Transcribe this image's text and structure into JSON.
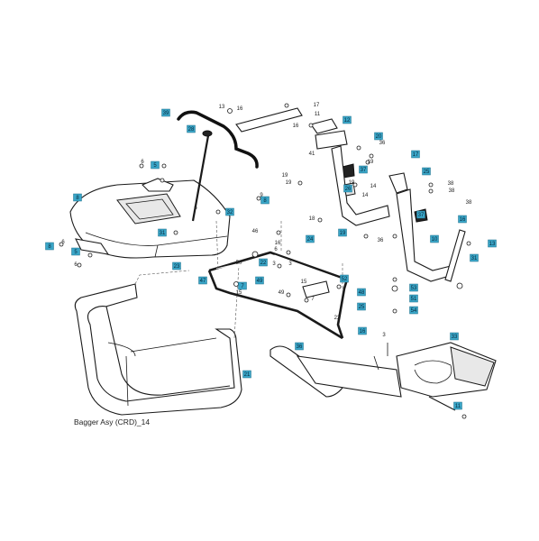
{
  "caption": "Bagger Asy (CRD)_14",
  "boxed_labels": [
    {
      "text": "39",
      "name": "callout-39"
    },
    {
      "text": "28",
      "name": "callout-28"
    },
    {
      "text": "5",
      "name": "callout-5-top"
    },
    {
      "text": "5",
      "name": "callout-5-left"
    },
    {
      "text": "8",
      "name": "callout-8-bag-lid"
    },
    {
      "text": "8",
      "name": "callout-8-left"
    },
    {
      "text": "8",
      "name": "callout-8-mid"
    },
    {
      "text": "32",
      "name": "callout-32"
    },
    {
      "text": "31",
      "name": "callout-31-lid"
    },
    {
      "text": "23",
      "name": "callout-23"
    },
    {
      "text": "47",
      "name": "callout-47"
    },
    {
      "text": "24",
      "name": "callout-24"
    },
    {
      "text": "22",
      "name": "callout-22"
    },
    {
      "text": "49",
      "name": "callout-49"
    },
    {
      "text": "7",
      "name": "callout-7"
    },
    {
      "text": "52",
      "name": "callout-52"
    },
    {
      "text": "48",
      "name": "callout-48"
    },
    {
      "text": "25",
      "name": "callout-25-lower"
    },
    {
      "text": "16",
      "name": "callout-16-lower"
    },
    {
      "text": "21",
      "name": "callout-21"
    },
    {
      "text": "12",
      "name": "callout-12"
    },
    {
      "text": "20",
      "name": "callout-20"
    },
    {
      "text": "37",
      "name": "callout-37-upper"
    },
    {
      "text": "17",
      "name": "callout-17"
    },
    {
      "text": "25",
      "name": "callout-25-upper"
    },
    {
      "text": "26",
      "name": "callout-26"
    },
    {
      "text": "19",
      "name": "callout-19-mid"
    },
    {
      "text": "37",
      "name": "callout-37-right"
    },
    {
      "text": "10",
      "name": "callout-10"
    },
    {
      "text": "16",
      "name": "callout-16-right"
    },
    {
      "text": "13",
      "name": "callout-13-right"
    },
    {
      "text": "31",
      "name": "callout-31-right"
    },
    {
      "text": "53",
      "name": "callout-53"
    },
    {
      "text": "51",
      "name": "callout-51"
    },
    {
      "text": "54",
      "name": "callout-54"
    },
    {
      "text": "33",
      "name": "callout-33"
    },
    {
      "text": "36",
      "name": "callout-36"
    },
    {
      "text": "11",
      "name": "callout-11-bottom"
    }
  ],
  "plain_labels": [
    {
      "text": "16",
      "name": "label-16-top"
    },
    {
      "text": "13",
      "name": "label-13-top"
    },
    {
      "text": "17",
      "name": "label-17-top"
    },
    {
      "text": "11",
      "name": "label-11-top"
    },
    {
      "text": "16",
      "name": "label-16-bracket"
    },
    {
      "text": "41",
      "name": "label-41"
    },
    {
      "text": "36",
      "name": "label-36-upper"
    },
    {
      "text": "19",
      "name": "label-19-upper"
    },
    {
      "text": "19",
      "name": "label-19-a"
    },
    {
      "text": "19",
      "name": "label-19-b"
    },
    {
      "text": "19",
      "name": "label-19-c"
    },
    {
      "text": "14",
      "name": "label-14-a"
    },
    {
      "text": "14",
      "name": "label-14-b"
    },
    {
      "text": "38",
      "name": "label-38-a"
    },
    {
      "text": "38",
      "name": "label-38-b"
    },
    {
      "text": "38",
      "name": "label-38-c"
    },
    {
      "text": "36",
      "name": "label-36-lower"
    },
    {
      "text": "6",
      "name": "label-6-a"
    },
    {
      "text": "6",
      "name": "label-6-b"
    },
    {
      "text": "6",
      "name": "label-6-c"
    },
    {
      "text": "6",
      "name": "label-6-d"
    },
    {
      "text": "9",
      "name": "label-9"
    },
    {
      "text": "18",
      "name": "label-18"
    },
    {
      "text": "46",
      "name": "label-46"
    },
    {
      "text": "6",
      "name": "label-6-e"
    },
    {
      "text": "16",
      "name": "label-16-mid"
    },
    {
      "text": "50",
      "name": "label-50"
    },
    {
      "text": "3",
      "name": "label-3-a"
    },
    {
      "text": "7",
      "name": "label-7-plain"
    },
    {
      "text": "15",
      "name": "label-15-a"
    },
    {
      "text": "3",
      "name": "label-3-b"
    },
    {
      "text": "49",
      "name": "label-49-plain"
    },
    {
      "text": "22",
      "name": "label-22-plain"
    },
    {
      "text": "15",
      "name": "label-15-b"
    },
    {
      "text": "3",
      "name": "label-3-c"
    }
  ]
}
